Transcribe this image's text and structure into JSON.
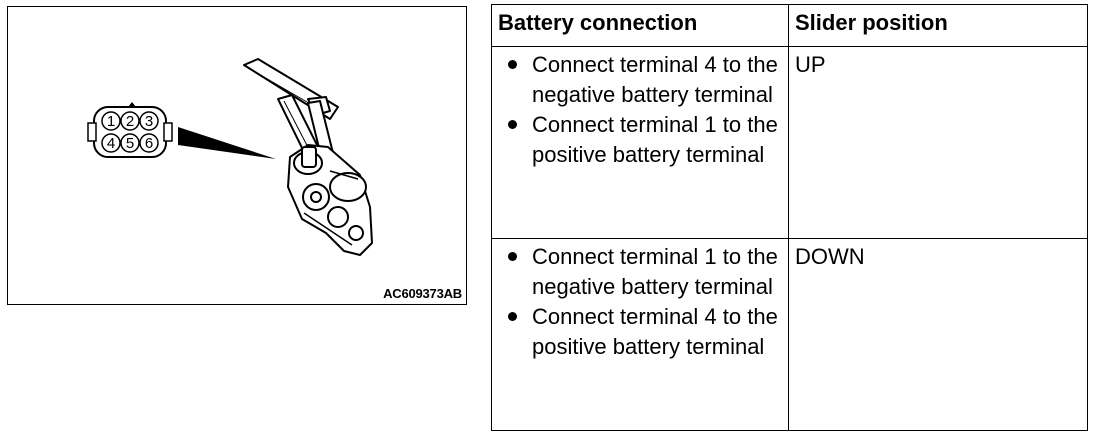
{
  "figure": {
    "code": "AC609373AB",
    "connector_pins": [
      "1",
      "2",
      "3",
      "4",
      "5",
      "6"
    ]
  },
  "table": {
    "headers": [
      "Battery connection",
      "Slider position"
    ],
    "rows": [
      {
        "connections": [
          "Connect terminal 4 to the negative battery terminal",
          "Connect terminal 1 to the positive battery terminal"
        ],
        "slider": "UP"
      },
      {
        "connections": [
          "Connect terminal 1 to the negative battery terminal",
          "Connect terminal 4 to the positive battery terminal"
        ],
        "slider": "DOWN"
      }
    ]
  }
}
